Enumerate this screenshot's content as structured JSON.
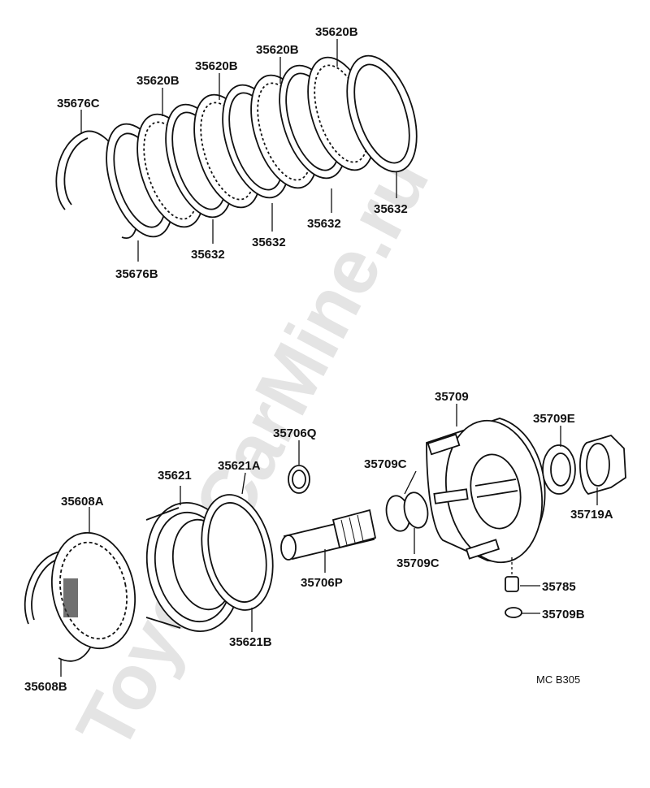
{
  "watermark": "ToyotaCarMine.ru",
  "diagram_code": "MC B305",
  "labels": {
    "p35676C": "35676C",
    "p35620B_1": "35620B",
    "p35620B_2": "35620B",
    "p35620B_3": "35620B",
    "p35620B_4": "35620B",
    "p35632_1": "35632",
    "p35632_2": "35632",
    "p35632_3": "35632",
    "p35632_4": "35632",
    "p35676B": "35676B",
    "p35709": "35709",
    "p35709E": "35709E",
    "p35706Q": "35706Q",
    "p35709C_top": "35709C",
    "p35621": "35621",
    "p35621A": "35621A",
    "p35608A": "35608A",
    "p35719A": "35719A",
    "p35706P": "35706P",
    "p35709C_bottom": "35709C",
    "p35785": "35785",
    "p35709B": "35709B",
    "p35621B": "35621B",
    "p35608B": "35608B"
  }
}
